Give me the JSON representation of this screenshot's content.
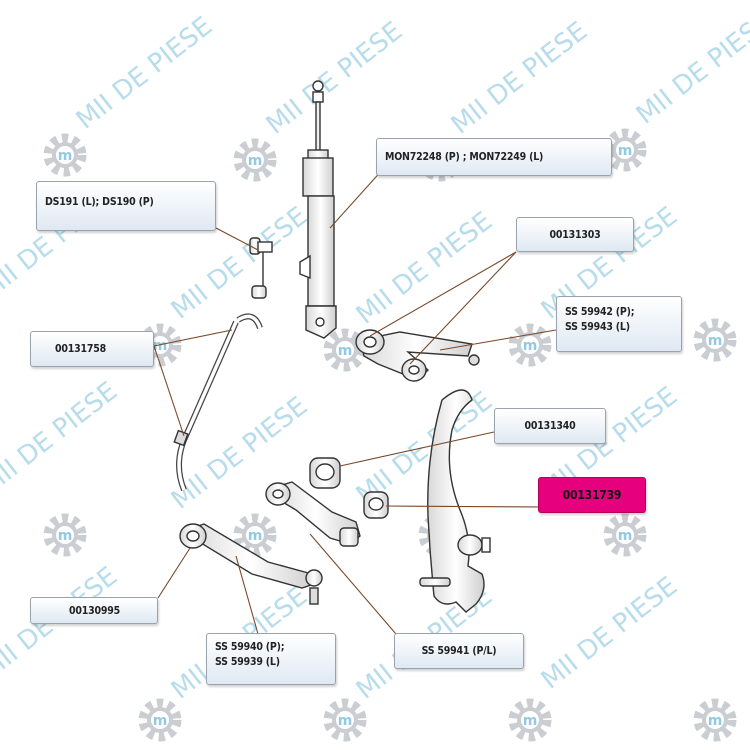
{
  "watermark": {
    "text": "MII DE PIESE",
    "color": "#9fd0e6",
    "gear_color": "#b8bcc2"
  },
  "colors": {
    "leader_line": "#7a4a2a",
    "highlight": "#e6007e"
  },
  "labels": {
    "ds191": "DS191 (L);   DS190  (P)",
    "mon": "MON72248 (P) ;  MON72249 (L)",
    "c00131303": "00131303",
    "ss59942_line1": "SS 59942 (P);",
    "ss59942_line2": "SS 59943 (L)",
    "c00131758": "00131758",
    "c00131340": "00131340",
    "c00131739": "00131739",
    "c00130995": "00130995",
    "ss59940_line1": "SS 59940 (P);",
    "ss59940_line2": "SS 59939 (L)",
    "ss59941": "SS 59941 (P/L)"
  }
}
